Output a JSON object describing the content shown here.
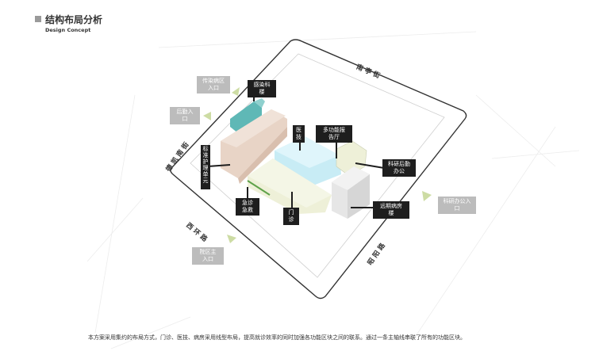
{
  "header": {
    "title": "结构布局分析",
    "subtitle": "Design Concept"
  },
  "streets": {
    "north": "南 亭 街",
    "west_upper": "德 凯 南 街",
    "south": "西 环 路",
    "east": "昭 阳 路"
  },
  "labels": {
    "infectious": "感染科\n楼",
    "infectious_entry": "传染病区\n入口",
    "logistics_entry": "后勤入\n口",
    "nursing": "标\n准\n护\n理\n单\n元",
    "medtech": "医\n技",
    "hall": "多功能报\n告厅",
    "research": "科研后勤\n办公",
    "emergency": "急诊\n急救",
    "outpatient": "门\n诊",
    "ward": "远期病房\n楼",
    "research_entry": "科研办公入\n口",
    "main_entry": "院区主\n入口"
  },
  "description": "本方案采用集约的布局方式，门诊、医技、病房采用线型布局，提高就诊效率的同时加强各功能区块之间的联系。通过一条主轴线串联了所有的功能区块。",
  "colors": {
    "infectious": "#5fb8b6",
    "nursing": "#e8d4c6",
    "medtech": "#c8ecf5",
    "outpatient": "#eef0d8",
    "ward": "#e6e6e6",
    "entry_arrow": "#cddca4",
    "label_dark": "#1e1e1e",
    "label_gray": "#bcbcbc"
  }
}
